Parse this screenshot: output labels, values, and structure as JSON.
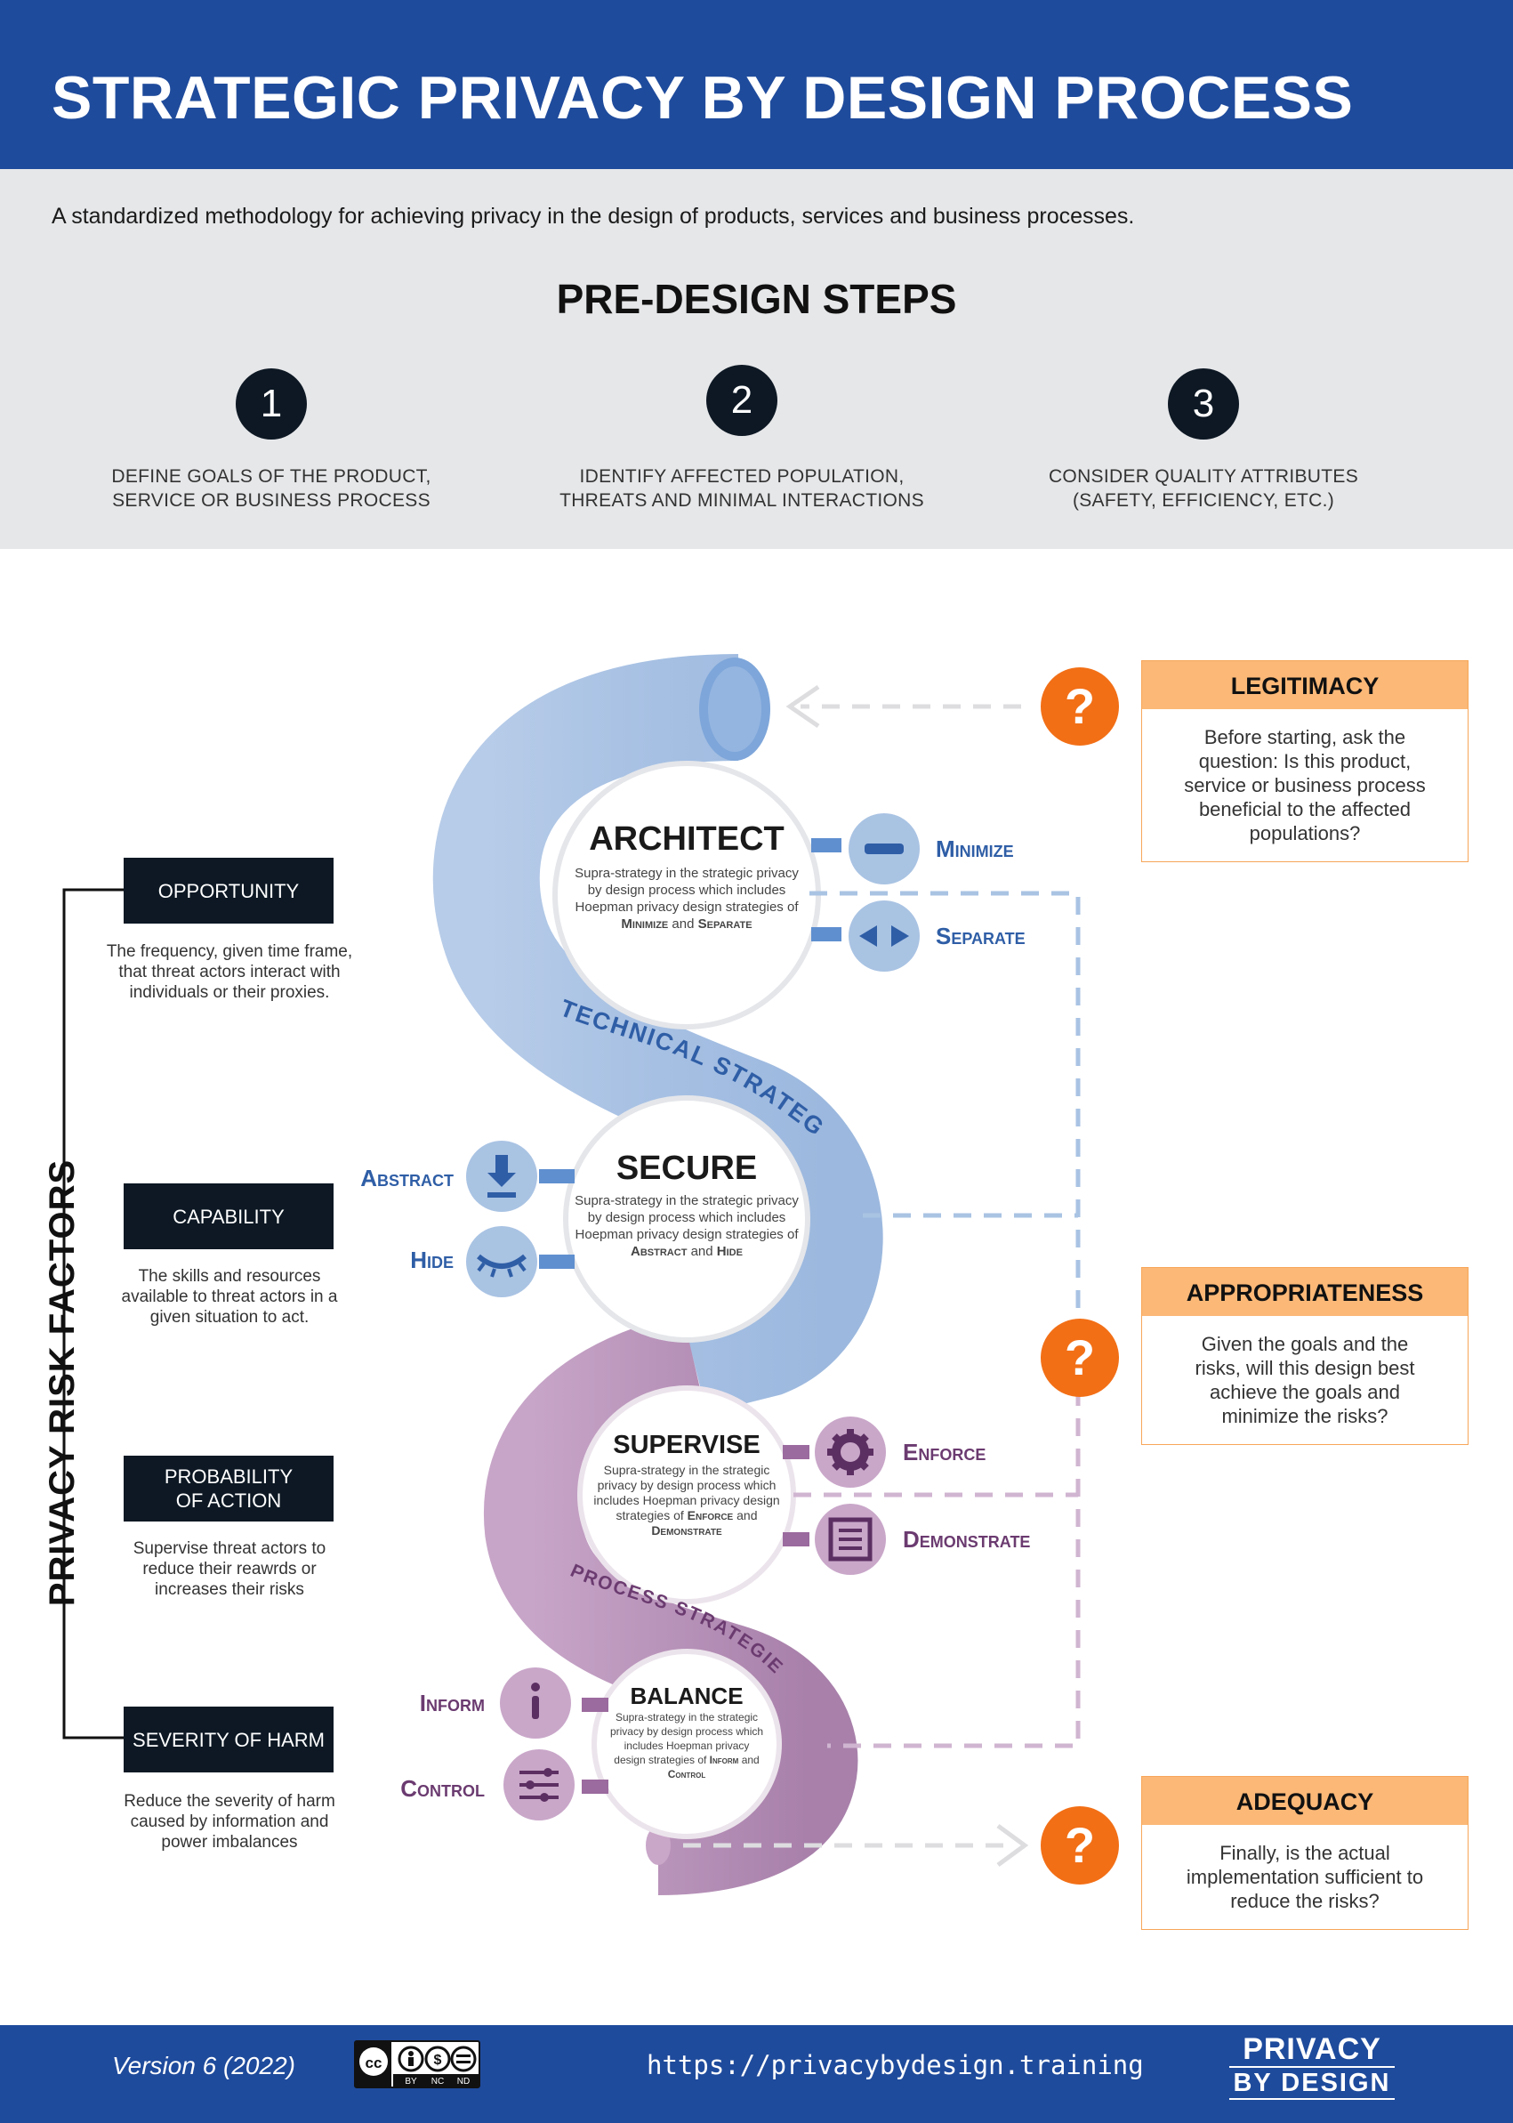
{
  "header": {
    "title": "STRATEGIC PRIVACY BY DESIGN PROCESS",
    "subtitle": "A standardized methodology for achieving privacy in the design of products, services and business processes."
  },
  "pre_design": {
    "title": "PRE-DESIGN STEPS",
    "steps": [
      {
        "number": "1",
        "text_line1": "DEFINE GOALS OF THE PRODUCT,",
        "text_line2": "SERVICE OR BUSINESS PROCESS"
      },
      {
        "number": "2",
        "text_line1": "IDENTIFY AFFECTED POPULATION,",
        "text_line2": "THREATS AND MINIMAL INTERACTIONS"
      },
      {
        "number": "3",
        "text_line1": "CONSIDER QUALITY ATTRIBUTES",
        "text_line2": "(SAFETY, EFFICIENCY, ETC.)"
      }
    ]
  },
  "risk_factors": {
    "title": "PRIVACY RISK FACTORS",
    "items": [
      {
        "label": "OPPORTUNITY",
        "desc": "The frequency, given time frame, that threat actors interact with individuals or their proxies."
      },
      {
        "label": "CAPABILITY",
        "desc": "The skills and resources available to threat actors in a given situation to act."
      },
      {
        "label": "PROBABILITY OF ACTION",
        "desc": "Supervise threat actors to reduce their reawrds or increases their risks"
      },
      {
        "label": "SEVERITY OF HARM",
        "desc": "Reduce the severity of harm caused by information and power imbalances"
      }
    ]
  },
  "strategies": {
    "technical_label": "TECHNICAL STRATEGIES",
    "process_label": "PROCESS STRATEGIES",
    "architect": {
      "name": "ARCHITECT",
      "desc": "Supra-strategy in the strategic privacy by design process which includes Hoepman privacy design strategies of",
      "a": "Minimize",
      "and": "and",
      "b": "Separate"
    },
    "secure": {
      "name": "SECURE",
      "desc": "Supra-strategy in the strategic privacy by design process which includes Hoepman privacy design strategies of",
      "a": "Abstract",
      "and": "and",
      "b": "Hide"
    },
    "supervise": {
      "name": "SUPERVISE",
      "desc": "Supra-strategy in the strategic privacy by design process which includes Hoepman privacy design strategies of",
      "a": "Enforce",
      "and": "and",
      "b": "Demonstrate"
    },
    "balance": {
      "name": "BALANCE",
      "desc": "Supra-strategy in the strategic privacy by design process which includes Hoepman privacy design strategies of",
      "a": "Inform",
      "and": "and",
      "b": "Control"
    }
  },
  "tactics": {
    "minimize": "Minimize",
    "separate": "Separate",
    "abstract": "Abstract",
    "hide": "Hide",
    "enforce": "Enforce",
    "demonstrate": "Demonstrate",
    "inform": "Inform",
    "control": "Control"
  },
  "questions": [
    {
      "icon": "?",
      "title": "LEGITIMACY",
      "text": "Before starting, ask the question: Is this product, service or business process beneficial to the affected populations?"
    },
    {
      "icon": "?",
      "title": "APPROPRIATENESS",
      "text": "Given the goals and the risks, will this design best achieve the goals and minimize the risks?"
    },
    {
      "icon": "?",
      "title": "ADEQUACY",
      "text": "Finally, is the actual implementation sufficient to reduce the risks?"
    }
  ],
  "footer": {
    "version": "Version 6 (2022)",
    "url": "https://privacybydesign.training",
    "license_icons": [
      "cc-icon",
      "by-icon",
      "nc-icon",
      "nd-icon"
    ],
    "license_labels": [
      "BY",
      "NC",
      "ND"
    ],
    "brand_line1": "PRIVACY",
    "brand_line2": "BY DESIGN"
  },
  "colors": {
    "header_blue": "#1f4b9c",
    "technical_blue": "#a9c3e3",
    "process_purple": "#b58bb6",
    "question_orange": "#f26f16",
    "question_header": "#fbb877",
    "dark": "#0d1824"
  }
}
